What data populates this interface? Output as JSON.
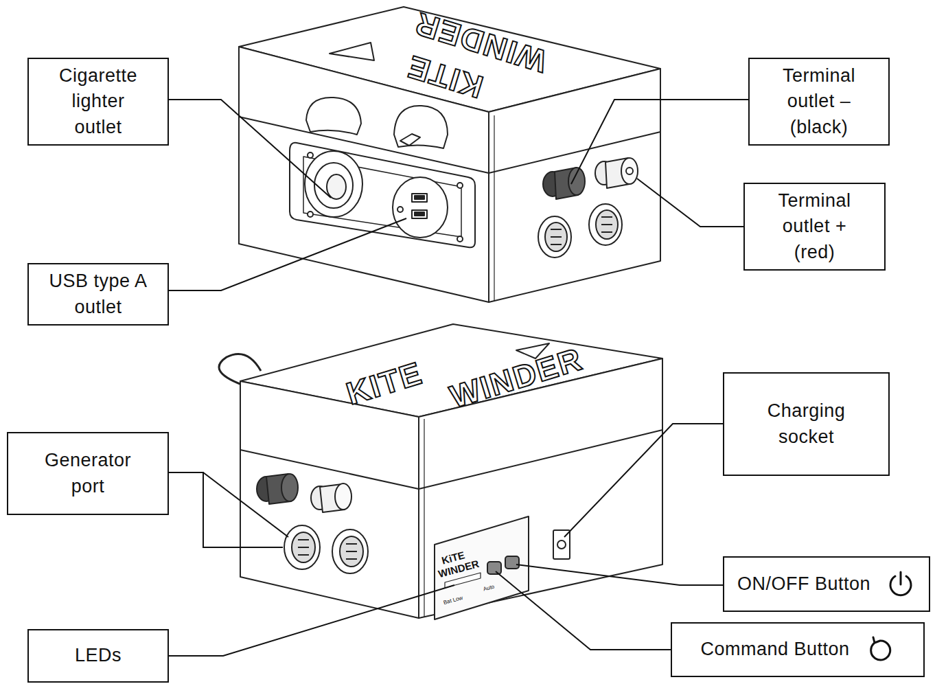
{
  "diagram": {
    "nodes": [
      {
        "text": [
          "Cigarette lighter outlet"
        ]
      },
      {
        "text": [
          "Terminal outlet – (black)"
        ]
      },
      {
        "text": [
          "Terminal outlet + (red)"
        ]
      },
      {
        "text": [
          "USB type A outlet"
        ]
      },
      {
        "text": [
          "Charging socket"
        ]
      },
      {
        "text": [
          "Generator port"
        ]
      },
      {
        "text": [
          "ON/OFF Button"
        ]
      },
      {
        "text": [
          "Command Button"
        ]
      },
      {
        "text": [
          "LEDs"
        ]
      }
    ],
    "labels": [
      "KITE",
      "WINDER",
      "KITE",
      "WINDER",
      "KiTE",
      "WINDER",
      "Bat Low",
      "Auto"
    ]
  }
}
